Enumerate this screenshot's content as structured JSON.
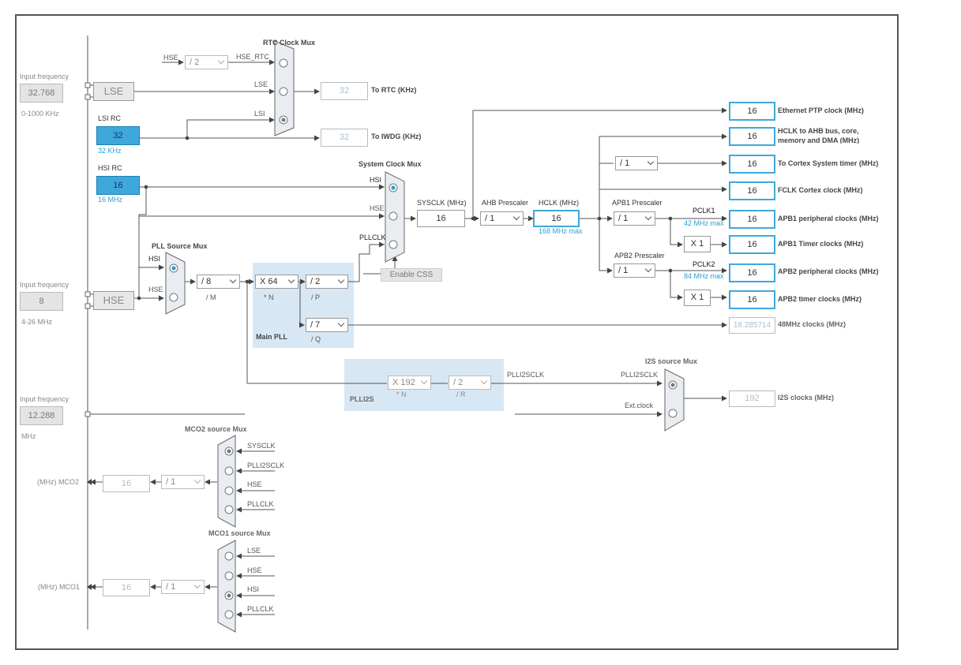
{
  "colors": {
    "accent": "#3ea8dc",
    "pll_region": "#d8e7f4",
    "wire": "#555555"
  },
  "left": {
    "lse_input_label": "Input frequency",
    "lse_input_value": "32.768",
    "lse_range": "0-1000 KHz",
    "lse_block": "LSE",
    "lsi_title": "LSI RC",
    "lsi_value": "32",
    "lsi_freq": "32 KHz",
    "hsi_title": "HSI RC",
    "hsi_value": "16",
    "hsi_freq": "16 MHz",
    "hse_input_label": "Input frequency",
    "hse_input_value": "8",
    "hse_range": "4-26 MHz",
    "hse_block": "HSE",
    "i2s_input_label": "Input frequency",
    "i2s_input_value": "12.288",
    "i2s_unit": "MHz"
  },
  "rtc": {
    "title": "RTC Clock Mux",
    "hse_label": "HSE",
    "hse_div": "/ 2",
    "hse_rtc": "HSE_RTC",
    "lse_label": "LSE",
    "lsi_label": "LSI",
    "rtc_value": "32",
    "rtc_label": "To RTC (KHz)",
    "iwdg_value": "32",
    "iwdg_label": "To IWDG (KHz)"
  },
  "pll_source": {
    "title": "PLL Source Mux",
    "hsi": "HSI",
    "hse": "HSE"
  },
  "main_pll": {
    "m_value": "/ 8",
    "m_label": "/ M",
    "n_value": "X 64",
    "n_label": "* N",
    "p_value": "/ 2",
    "p_label": "/ P",
    "q_value": "/ 7",
    "q_label": "/ Q",
    "title": "Main PLL"
  },
  "system_mux": {
    "title": "System Clock Mux",
    "hsi": "HSI",
    "hse": "HSE",
    "pllclk": "PLLCLK",
    "enable_css": "Enable CSS",
    "sysclk_label": "SYSCLK (MHz)",
    "sysclk_value": "16"
  },
  "ahb": {
    "prescaler_label": "AHB Prescaler",
    "prescaler_value": "/ 1",
    "hclk_label": "HCLK (MHz)",
    "hclk_value": "16",
    "hclk_max": "168 MHz max"
  },
  "apb1": {
    "prescaler_label": "APB1 Prescaler",
    "prescaler_value": "/ 1",
    "pclk": "PCLK1",
    "pclk_max": "42 MHz max",
    "timer_mult": "X 1"
  },
  "apb2": {
    "prescaler_label": "APB2 Prescaler",
    "prescaler_value": "/ 1",
    "pclk": "PCLK2",
    "pclk_max": "84 MHz max",
    "timer_mult": "X 1"
  },
  "cortex_div": "/ 1",
  "outputs": {
    "eth": {
      "value": "16",
      "label": "Ethernet PTP clock (MHz)"
    },
    "hclk_ahb": {
      "value": "16",
      "label1": "HCLK to AHB bus, core,",
      "label2": "memory and DMA (MHz)"
    },
    "cortex": {
      "value": "16",
      "label": "To Cortex System timer (MHz)"
    },
    "fclk": {
      "value": "16",
      "label": "FCLK Cortex clock (MHz)"
    },
    "apb1_periph": {
      "value": "16",
      "label": "APB1 peripheral clocks (MHz)"
    },
    "apb1_timer": {
      "value": "16",
      "label": "APB1 Timer clocks (MHz)"
    },
    "apb2_periph": {
      "value": "16",
      "label": "APB2 peripheral clocks (MHz)"
    },
    "apb2_timer": {
      "value": "16",
      "label": "APB2 timer clocks (MHz)"
    },
    "mhz48": {
      "value": "18.285714",
      "label": "48MHz clocks (MHz)"
    }
  },
  "plli2s": {
    "n_value": "X 192",
    "n_label": "* N",
    "r_value": "/ 2",
    "r_label": "/ R",
    "title": "PLLI2S",
    "clk_label": "PLLI2SCLK"
  },
  "i2s_mux": {
    "title": "I2S source Mux",
    "in1": "PLLI2SCLK",
    "in2": "Ext.clock",
    "out_value": "192",
    "out_label": "I2S clocks (MHz)"
  },
  "mco2": {
    "title": "MCO2 source Mux",
    "in1": "SYSCLK",
    "in2": "PLLI2SCLK",
    "in3": "HSE",
    "in4": "PLLCLK",
    "div": "/ 1",
    "value": "16",
    "label": "(MHz) MCO2"
  },
  "mco1": {
    "title": "MCO1 source Mux",
    "in1": "LSE",
    "in2": "HSE",
    "in3": "HSI",
    "in4": "PLLCLK",
    "div": "/ 1",
    "value": "16",
    "label": "(MHz) MCO1"
  }
}
